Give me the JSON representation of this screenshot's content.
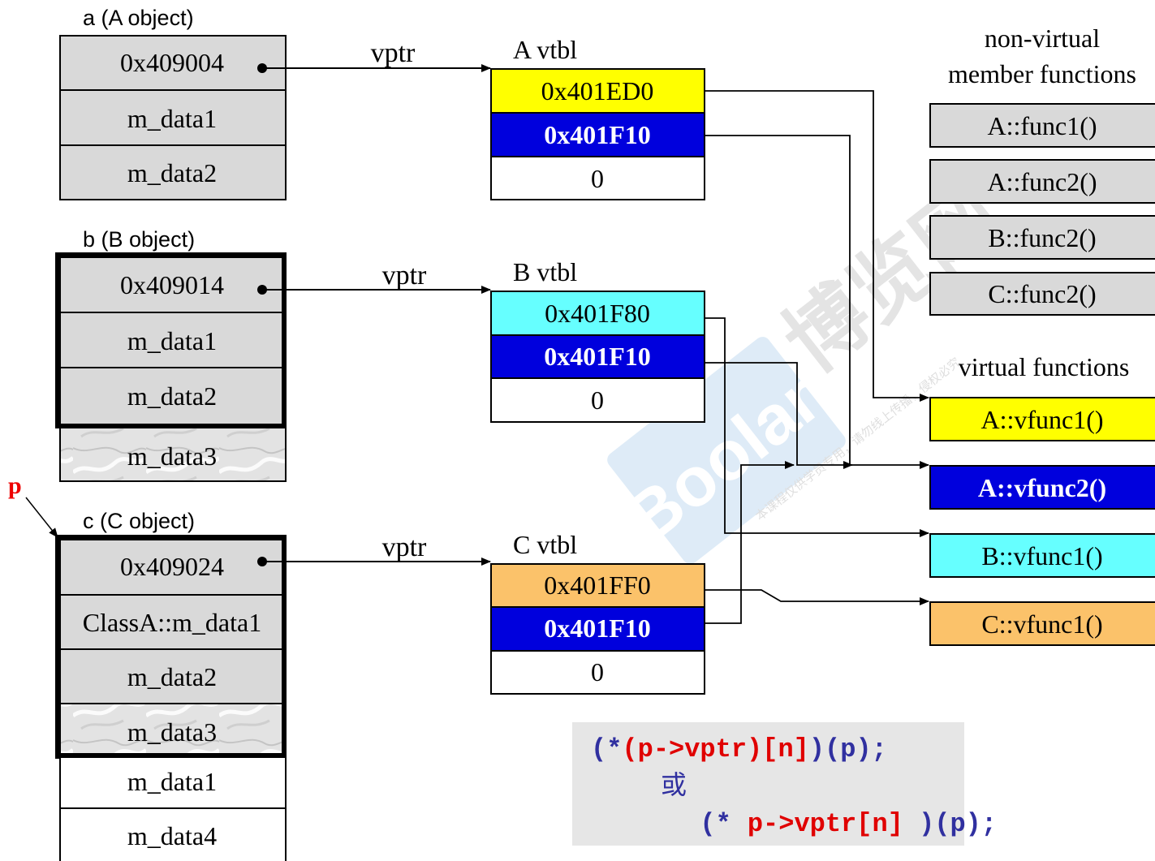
{
  "objects": {
    "a": {
      "title": "a (A object)",
      "vptr_value": "0x409004",
      "fields": [
        "m_data1",
        "m_data2"
      ]
    },
    "b": {
      "title": "b (B object)",
      "vptr_value": "0x409014",
      "fields": [
        "m_data1",
        "m_data2"
      ],
      "extra_fields": [
        "m_data3"
      ]
    },
    "c": {
      "title": "c (C object)",
      "vptr_value": "0x409024",
      "fields": [
        "ClassA::m_data1",
        "m_data2",
        "m_data3"
      ],
      "extra_fields": [
        "m_data1",
        "m_data4"
      ]
    }
  },
  "pointer_label": "p",
  "vptr_label": "vptr",
  "vtables": {
    "A": {
      "title": "A vtbl",
      "entries": [
        "0x401ED0",
        "0x401F10",
        "0"
      ]
    },
    "B": {
      "title": "B vtbl",
      "entries": [
        "0x401F80",
        "0x401F10",
        "0"
      ]
    },
    "C": {
      "title": "C vtbl",
      "entries": [
        "0x401FF0",
        "0x401F10",
        "0"
      ]
    }
  },
  "non_virtual": {
    "heading_line1": "non-virtual",
    "heading_line2": "member functions",
    "items": [
      "A::func1()",
      "A::func2()",
      "B::func2()",
      "C::func2()"
    ]
  },
  "virtual": {
    "heading": "virtual functions",
    "items": [
      "A::vfunc1()",
      "A::vfunc2()",
      "B::vfunc1()",
      "C::vfunc1()"
    ]
  },
  "code": {
    "l1_paren_star": "(*",
    "l1_red": "(p->vptr)[n]",
    "l1_tail": ")(p);",
    "middle": "或",
    "l3_paren_star": "(*",
    "l3_red": "p->vptr[n]",
    "l3_tail": " )(p);"
  },
  "watermark": {
    "brand": "Boolan",
    "cjk": "博览网",
    "note": "本课程仅供学员专用，请勿线上传播，侵权必究"
  },
  "colors": {
    "gray_fill": "#d9d9d9",
    "yellow": "#ffff00",
    "blue": "#0000dd",
    "cyan": "#66ffff",
    "orange": "#fbc26a",
    "code_bg": "#e6e6e6",
    "code_red": "#e00000",
    "code_blue": "#3030a0",
    "pointer_red": "#ee0000"
  }
}
